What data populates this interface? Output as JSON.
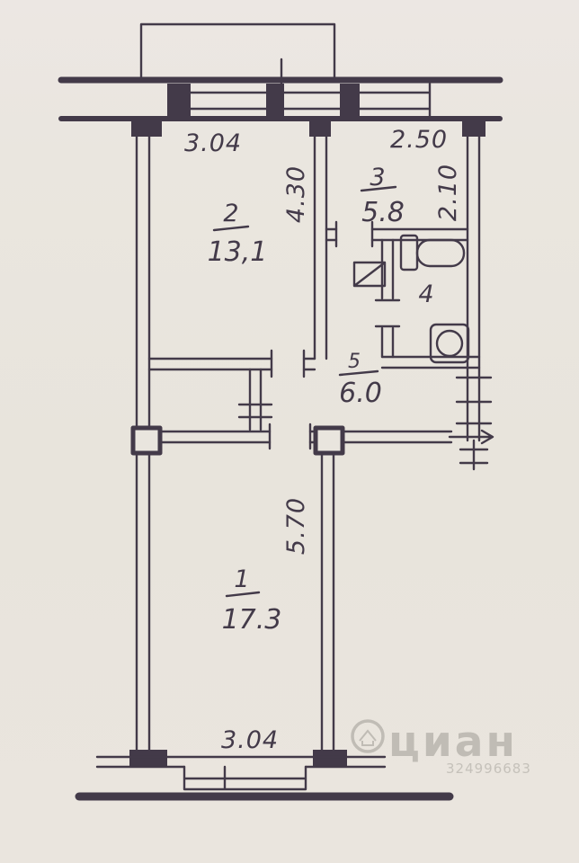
{
  "plan": {
    "rooms": {
      "r1": {
        "number": "1",
        "area": "17.3"
      },
      "r2": {
        "number": "2",
        "area": "13,1"
      },
      "r3": {
        "number": "3",
        "area": "5.8"
      },
      "r4": {
        "number": "4"
      },
      "r5": {
        "number": "5",
        "area": "6.0"
      }
    },
    "dims": {
      "top_width": "3.04",
      "kitchen_width": "2.50",
      "room2_height": "4.30",
      "kitchen_height": "2.10",
      "room1_height": "5.70",
      "bottom_width": "3.04"
    }
  },
  "watermark": {
    "brand": "циан",
    "number": "324996683"
  },
  "colors": {
    "ink": "#433a49",
    "paper": "#e9e5de",
    "watermark_gray": "#bcb8b1"
  }
}
